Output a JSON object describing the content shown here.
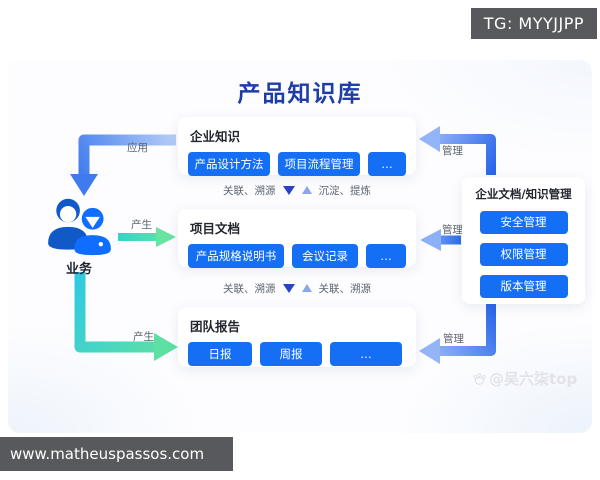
{
  "overlays": {
    "tg_badge": "TG: MYYJJPP",
    "site_url": "www.matheuspassos.com",
    "watermark": "@吴六柒top"
  },
  "diagram": {
    "title": "产品知识库",
    "actor_label": "业务",
    "arrow_labels": {
      "apply": "应用",
      "produce_to_docs": "产生",
      "produce_to_reports": "产生",
      "manage_top": "管理",
      "manage_middle": "管理",
      "manage_bottom": "管理"
    },
    "connectors": [
      {
        "left": "关联、溯源",
        "right": "沉淀、提炼"
      },
      {
        "left": "关联、溯源",
        "right": "关联、溯源"
      }
    ],
    "groups": [
      {
        "title": "企业知识",
        "items": [
          "产品设计方法",
          "项目流程管理",
          "…"
        ]
      },
      {
        "title": "项目文档",
        "items": [
          "产品规格说明书",
          "会议记录",
          "…"
        ]
      },
      {
        "title": "团队报告",
        "items": [
          "日报",
          "周报",
          "…"
        ]
      }
    ],
    "management": {
      "title": "企业文档/知识管理",
      "items": [
        "安全管理",
        "权限管理",
        "版本管理"
      ]
    }
  },
  "colors": {
    "accent_blue": "#156ff5",
    "title_navy": "#1e3da5",
    "arrow_blue_dark": "#3f7bee",
    "arrow_blue_light": "#b6cdf8",
    "arrow_teal": "#2fd0cf",
    "arrow_green": "#66e2a0",
    "triangle_dark": "#2843c9",
    "triangle_light": "#8ba4ee",
    "badge_gray": "#58595c"
  }
}
